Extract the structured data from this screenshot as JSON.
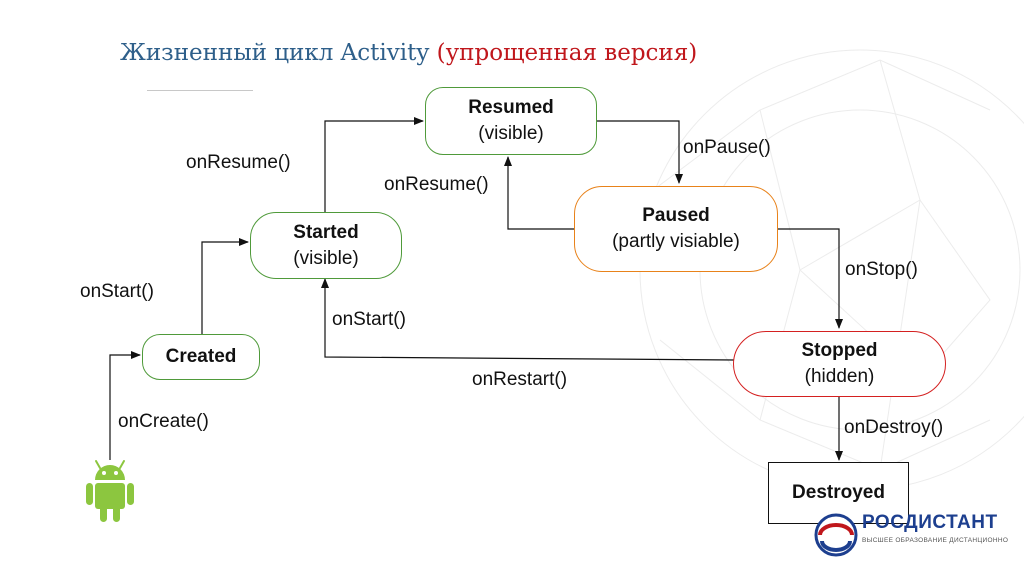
{
  "title": {
    "main": "Жизненный цикл Activity",
    "sub": "(упрощенная версия)"
  },
  "nodes": {
    "resumed": {
      "name": "Resumed",
      "state": "(visible)"
    },
    "started": {
      "name": "Started",
      "state": "(visible)"
    },
    "paused": {
      "name": "Paused",
      "state": "(partly visiable)"
    },
    "created": {
      "name": "Created"
    },
    "stopped": {
      "name": "Stopped",
      "state": "(hidden)"
    },
    "destroyed": {
      "name": "Destroyed"
    }
  },
  "edges": {
    "on_resume_1": "onResume()",
    "on_resume_2": "onResume()",
    "on_pause": "onPause()",
    "on_start_1": "onStart()",
    "on_start_2": "onStart()",
    "on_stop": "onStop()",
    "on_restart": "onRestart()",
    "on_create": "onCreate()",
    "on_destroy": "onDestroy()"
  },
  "logo": {
    "name": "РОСДИСТАНТ",
    "tagline": "ВЫСШЕЕ ОБРАЗОВАНИЕ ДИСТАНЦИОННО"
  },
  "colors": {
    "title_main": "#2e5f8a",
    "title_sub": "#c0171c",
    "green_border": "#4f9a3a",
    "orange_border": "#e8821a",
    "red_border": "#d42020",
    "android_green": "#8cc63f",
    "logo_blue": "#1d3f8f"
  }
}
